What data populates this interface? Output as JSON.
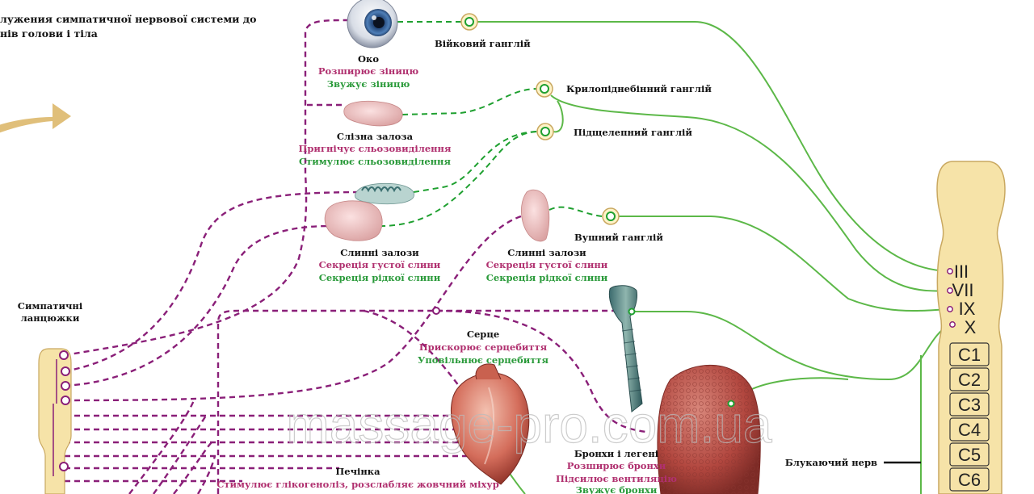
{
  "title": {
    "line1": "лужения симпатичної нервової системи до",
    "line2": "нів голови і тіла"
  },
  "colors": {
    "sympathetic": "#8a1f78",
    "parasympathetic": "#1fa030",
    "nerve_green": "#5cb848",
    "sympathetic_label": "#b0306f",
    "parasympathetic_label": "#2a9a3a",
    "spine_fill": "#f6e3a8",
    "spine_stroke": "#c9a860",
    "arrow": "#e0bf7a"
  },
  "organs": {
    "eye": {
      "name": "Око",
      "symp": "Розширює зіницю",
      "para": "Звужує зіницю",
      "icon": "eye-icon"
    },
    "lacrimal": {
      "name": "Слізна залоза",
      "symp": "Пригнічує сльозовиділення",
      "para": "Стимулює сльозовиділення",
      "icon": "gland-icon"
    },
    "salivary_left": {
      "name": "Слинні залози",
      "symp": "Секреція густої слини",
      "para": "Секреція рідкої слини"
    },
    "salivary_right": {
      "name": "Слинні залози",
      "symp": "Секреція густої слини",
      "para": "Секреція рідкої слини"
    },
    "heart": {
      "name": "Серце",
      "symp": "Прискорює серцебиття",
      "para": "Уповільнює серцебиття",
      "icon": "heart-icon"
    },
    "lungs": {
      "name": "Бронхи і легені",
      "symp": "Розширює бронхи",
      "para": "Підсилює вентиляцію",
      "extra": "Звужує бронхи",
      "icon": "lung-icon"
    },
    "liver": {
      "name": "Печінка",
      "symp": "Стимулює глікогеноліз, розслабляє жовчний міхур"
    }
  },
  "ganglia": {
    "ciliary": "Війковий ганглій",
    "pterygopalatine": "Крилопіднебінний ганглій",
    "submandibular": "Підщелепний ганглій",
    "otic": "Вушний ганглій"
  },
  "chain_label": {
    "line1": "Симпатичні",
    "line2": "ланцюжки"
  },
  "vagus_label": "Блукаючий нерв",
  "cranial_nerves": [
    "III",
    "VII",
    "IX",
    "X"
  ],
  "cervical_segments": [
    "C1",
    "C2",
    "C3",
    "C4",
    "C5",
    "C6"
  ],
  "watermark": "massage-pro.com.ua"
}
